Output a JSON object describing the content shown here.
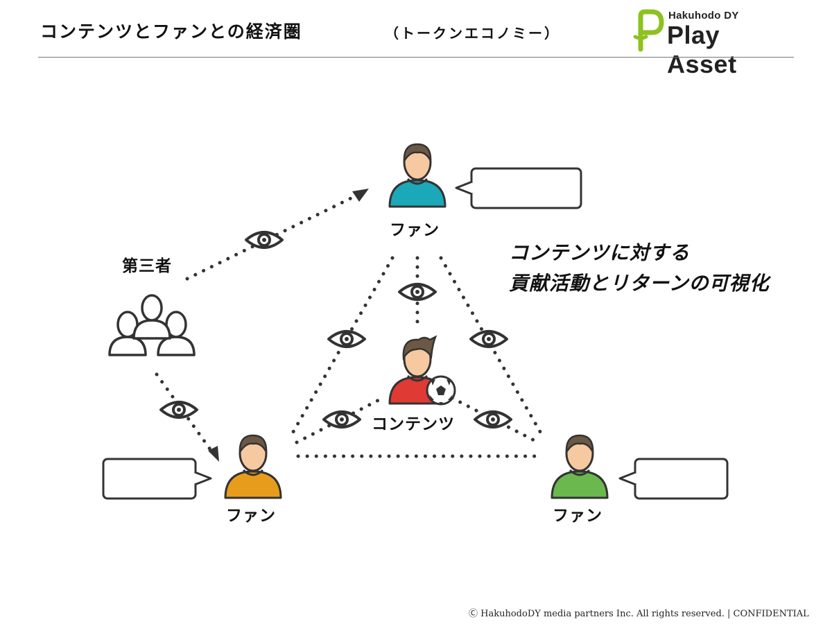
{
  "header": {
    "title": "コンテンツとファンとの経済圏",
    "subtitle": "（トークンエコノミー）",
    "logo": {
      "company": "Hakuhodo DY",
      "product": "Play Asset",
      "accent_color": "#8dc21f"
    }
  },
  "diagram": {
    "nodes": {
      "third_party": "第三者",
      "content": "コンテンツ",
      "fan_top": "ファン",
      "fan_left": "ファン",
      "fan_right": "ファン"
    },
    "fan_colors": {
      "top": "#1ba8b8",
      "left": "#e89c1b",
      "right": "#6bb84e",
      "content": "#e03a34"
    },
    "tagline": {
      "line1": "コンテンツに対する",
      "line2": "貢献活動とリターンの可視化"
    }
  },
  "footer": {
    "copyright": "Ⓒ HakuhodoDY media partners Inc. All rights reserved. | CONFIDENTIAL"
  }
}
